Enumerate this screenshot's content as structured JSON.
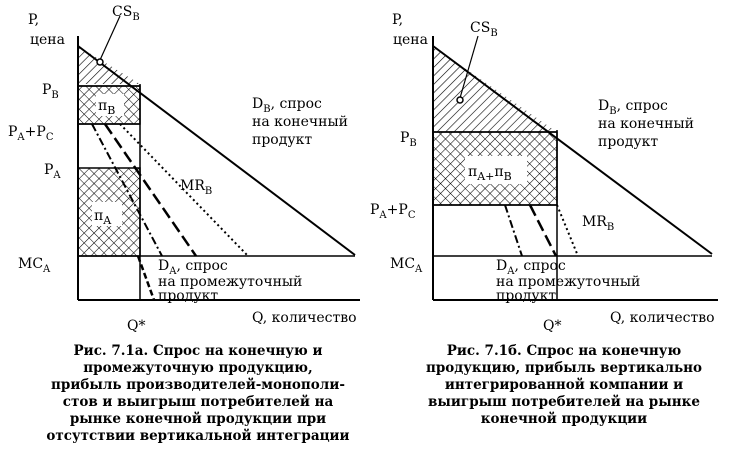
{
  "left": {
    "y_axis_label": [
      "P,",
      "цена"
    ],
    "cs_label": "CS",
    "cs_sub": "B",
    "p_b": "P",
    "p_b_sub": "B",
    "pa_pc": "P",
    "pa_pc_sub_a": "A",
    "pa_pc_plus": "+P",
    "pa_pc_sub_c": "C",
    "p_a": "P",
    "p_a_sub": "A",
    "mc_a": "MC",
    "mc_a_sub": "A",
    "pi_b": "π",
    "pi_b_sub": "B",
    "pi_a": "π",
    "pi_a_sub": "A",
    "db_line1": "D",
    "db_sub": "B",
    "db_line1_rest": ", спрос",
    "db_line2": "на конечный",
    "db_line3": "продукт",
    "mr_b": "MR",
    "mr_b_sub": "B",
    "da_line1": "D",
    "da_sub": "A",
    "da_line1_rest": ", спрос",
    "da_line2": "на промежуточный",
    "da_line3": "продукт",
    "q_star": "Q*",
    "q_axis": "Q, количество",
    "caption": [
      "Рис. 7.1а. Спрос на конечную и",
      "промежуточную продукцию,",
      "прибыль производителей-монопoли-",
      "стов и выигрыш потребителей на",
      "рынке конечной продукции при",
      "отсутствии вертикальной интеграции"
    ]
  },
  "right": {
    "y_axis_label": [
      "P,",
      "цена"
    ],
    "cs_label": "CS",
    "cs_sub": "B",
    "p_b": "P",
    "p_b_sub": "B",
    "pa_pc": "P",
    "pa_pc_sub_a": "A",
    "pa_pc_plus": "+P",
    "pa_pc_sub_c": "C",
    "mc_a": "MC",
    "mc_a_sub": "A",
    "pi_ab": "π",
    "pi_ab_sub": "A+",
    "pi_ab2": "π",
    "pi_ab2_sub": "B",
    "db_line1": "D",
    "db_sub": "B",
    "db_line1_rest": ", спрос",
    "db_line2": "на конечный",
    "db_line3": "продукт",
    "mr_b": "MR",
    "mr_b_sub": "B",
    "da_line1": "D",
    "da_sub": "A",
    "da_line1_rest": ", спрос",
    "da_line2": "на промежуточный",
    "da_line3": "продукт",
    "q_star": "Q*",
    "q_axis": "Q, количество",
    "caption": [
      "Рис. 7.1б. Спрос на конечную",
      "продукцию, прибыль вертикально",
      "интегрированной компании и",
      "выигрыш потребителей на рынке",
      "конечной продукции"
    ]
  }
}
